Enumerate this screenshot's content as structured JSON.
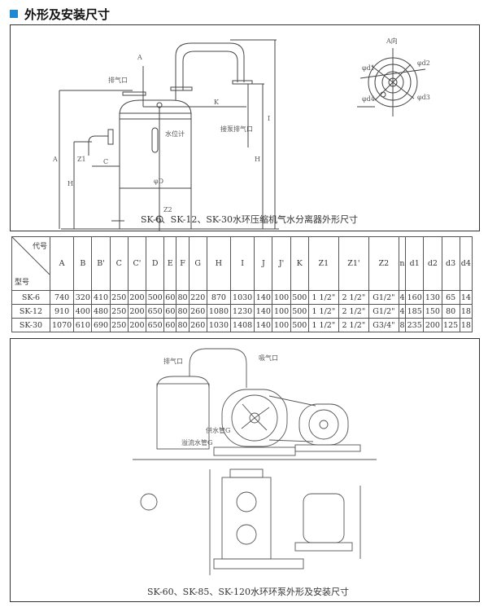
{
  "header": {
    "title": "外形及安装尺寸",
    "accent": "#1e88d2"
  },
  "top_drawing": {
    "caption": "SK-6、SK-12、SK-30水环压缩机气水分离器外形尺寸",
    "labels": {
      "a": "A",
      "exhaust": "排气口",
      "k": "K",
      "level": "水位计",
      "pump_exhaust": "接泵排气口",
      "i": "I",
      "h": "H",
      "a_dim": "A",
      "h_small": "H",
      "z1": "Z1",
      "c": "C",
      "d": "φD",
      "z2": "Z2",
      "view": "A向",
      "d1": "φd1",
      "d2": "φd2",
      "d3": "φd3",
      "d4": "φd4"
    }
  },
  "table": {
    "corner_top": "代号",
    "corner_bottom": "型号",
    "headers": [
      "A",
      "B",
      "B'",
      "C",
      "C'",
      "D",
      "E",
      "F",
      "G",
      "H",
      "I",
      "J",
      "J'",
      "K",
      "Z1",
      "Z1'",
      "Z2",
      "n",
      "d1",
      "d2",
      "d3",
      "d4"
    ],
    "rows": [
      [
        "SK-6",
        "740",
        "320",
        "410",
        "250",
        "200",
        "500",
        "60",
        "80",
        "220",
        "870",
        "1030",
        "140",
        "100",
        "500",
        "1 1/2\"",
        "2 1/2\"",
        "G1/2\"",
        "4",
        "160",
        "130",
        "65",
        "14"
      ],
      [
        "SK-12",
        "910",
        "400",
        "480",
        "250",
        "200",
        "650",
        "60",
        "80",
        "260",
        "1080",
        "1230",
        "140",
        "100",
        "500",
        "1 1/2\"",
        "2 1/2\"",
        "G1/2\"",
        "4",
        "185",
        "150",
        "80",
        "18"
      ],
      [
        "SK-30",
        "1070",
        "610",
        "690",
        "250",
        "200",
        "650",
        "60",
        "80",
        "260",
        "1030",
        "1408",
        "140",
        "100",
        "500",
        "1 1/2\"",
        "2 1/2\"",
        "G3/4\"",
        "8",
        "235",
        "200",
        "125",
        "18"
      ]
    ]
  },
  "bottom_drawing": {
    "caption": "SK-60、SK-85、SK-120水环环泵外形及安装尺寸",
    "labels": {
      "exhaust": "排气口",
      "inlet": "吸气口",
      "supply": "供水管G",
      "overflow": "溢流水管G"
    }
  }
}
